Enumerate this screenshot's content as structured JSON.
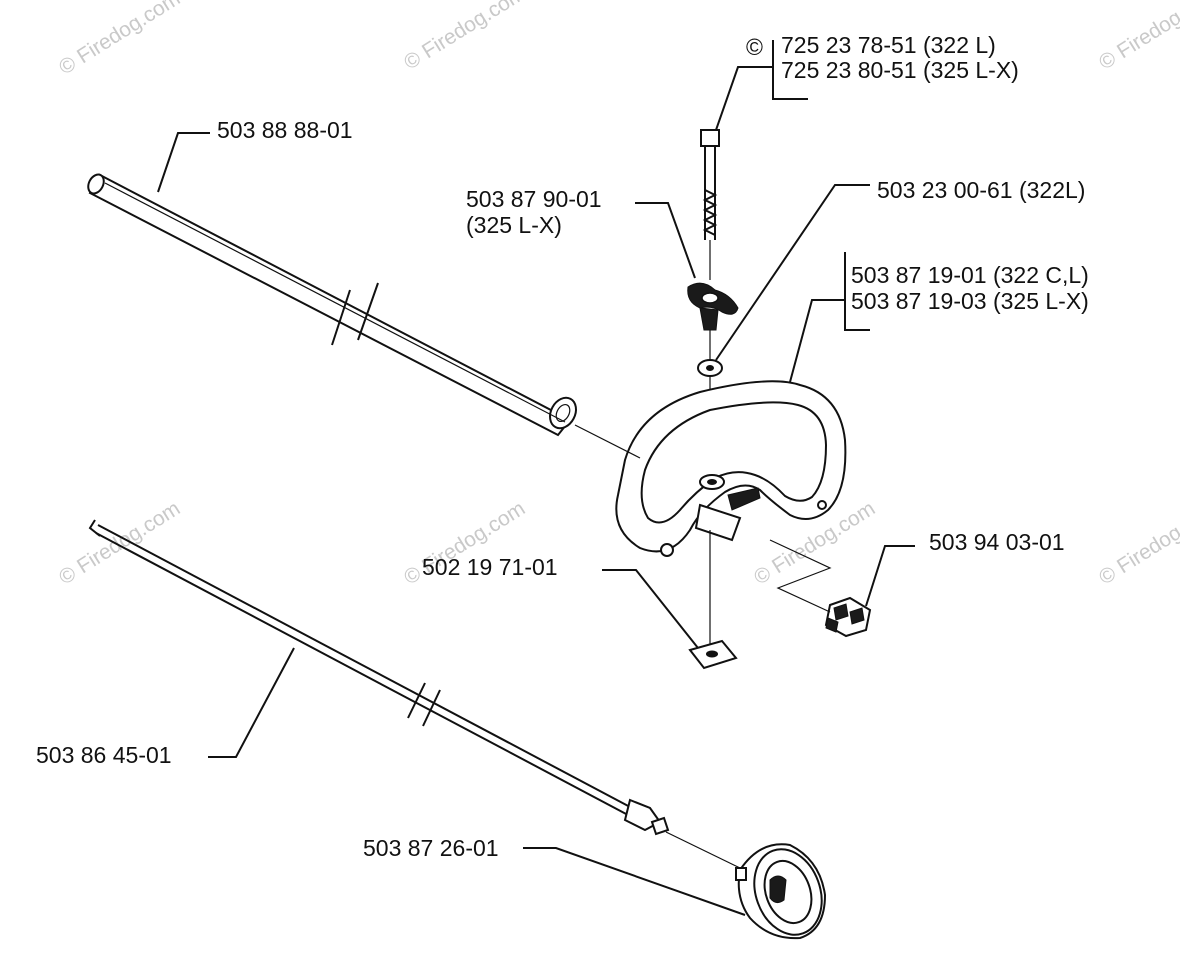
{
  "watermark": "© Firedog.com",
  "parts": {
    "bolt": {
      "lines": [
        "725 23 78-51 (322 L)",
        "725 23 80-51 (325 L-X)"
      ],
      "copyright_mark": "©"
    },
    "tube": {
      "lines": [
        "503 88 88-01"
      ]
    },
    "knob": {
      "lines": [
        "503 87 90-01",
        "(325 L-X)"
      ]
    },
    "washer": {
      "lines": [
        "503 23 00-61 (322L)"
      ]
    },
    "handle": {
      "lines": [
        "503 87 19-01 (322 C,L)",
        "503 87 19-03 (325 L-X)"
      ]
    },
    "clip": {
      "lines": [
        "503 94 03-01"
      ]
    },
    "nut": {
      "lines": [
        "502 19 71-01"
      ]
    },
    "driveshaft": {
      "lines": [
        "503 86 45-01"
      ]
    },
    "drum": {
      "lines": [
        "503 87 26-01"
      ]
    }
  }
}
